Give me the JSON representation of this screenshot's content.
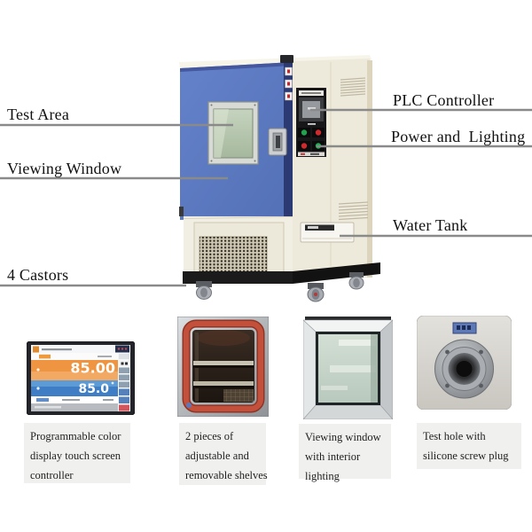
{
  "page": {
    "type": "environmental-test-chamber-diagram",
    "background": "#ffffff"
  },
  "machine_labels": {
    "left": [
      {
        "text": "Test Area"
      },
      {
        "text": "Viewing Window"
      },
      {
        "text": "4 Castors"
      }
    ],
    "right": [
      {
        "text": "PLC Controller"
      },
      {
        "text": "Power and  Lighting"
      },
      {
        "text": "Water Tank"
      }
    ]
  },
  "controller_display": {
    "top_value": "85.00",
    "bottom_value": "85.0"
  },
  "features": [
    {
      "caption_lines": [
        "Programmable color",
        "display touch screen",
        "controller"
      ]
    },
    {
      "caption_lines": [
        "2 pieces of",
        "adjustable and",
        "removable shelves"
      ]
    },
    {
      "caption_lines": [
        "Viewing window",
        "with interior",
        "lighting"
      ]
    },
    {
      "caption_lines": [
        "Test hole with",
        "silicone screw plug"
      ]
    }
  ],
  "colors": {
    "door_blue": "#5b79c2",
    "body_cream": "#efebdd",
    "base_black": "#1a1a1a",
    "callout_line": "#8a8a8a",
    "display_orange_band": "#ef9440",
    "display_blue_band": "#3f7ec4",
    "indicator_green": "#22a14e",
    "indicator_red": "#cf2b2f",
    "door_gasket_red": "#c2503a"
  }
}
